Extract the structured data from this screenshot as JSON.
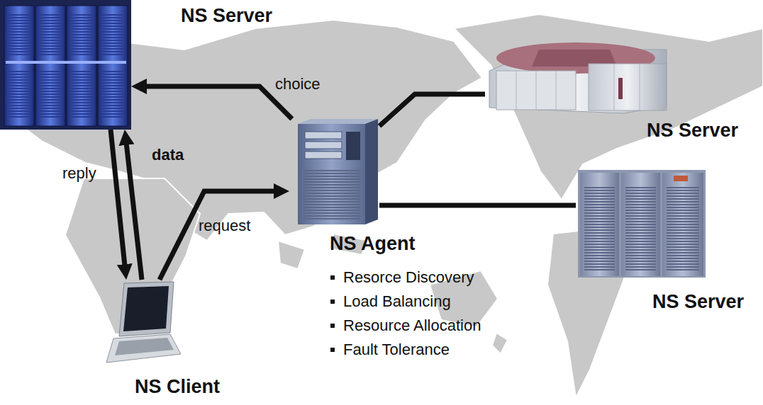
{
  "diagram": {
    "nodes": [
      {
        "text": [
          "NS Server"
        ]
      },
      {
        "text": [
          "NS Server"
        ]
      },
      {
        "text": [
          "NS Agent",
          "Resorce Discovery",
          "Load Balancing",
          "Resource Allocation",
          "Fault Tolerance"
        ]
      },
      {
        "text": [
          "NS Server"
        ]
      },
      {
        "text": [
          "NS Client"
        ]
      }
    ],
    "edges": [
      {
        "from": 2,
        "to": 0,
        "label": "choice",
        "arrow": "to"
      },
      {
        "from": 4,
        "to": 2,
        "label": "request",
        "arrow": "to"
      },
      {
        "from": 0,
        "to": 4,
        "label": "reply",
        "arrow": "to"
      },
      {
        "from": 4,
        "to": 0,
        "label": "data",
        "arrow": "to"
      },
      {
        "from": 2,
        "to": 1,
        "arrow": "none"
      },
      {
        "from": 2,
        "to": 3,
        "arrow": "none"
      }
    ]
  }
}
